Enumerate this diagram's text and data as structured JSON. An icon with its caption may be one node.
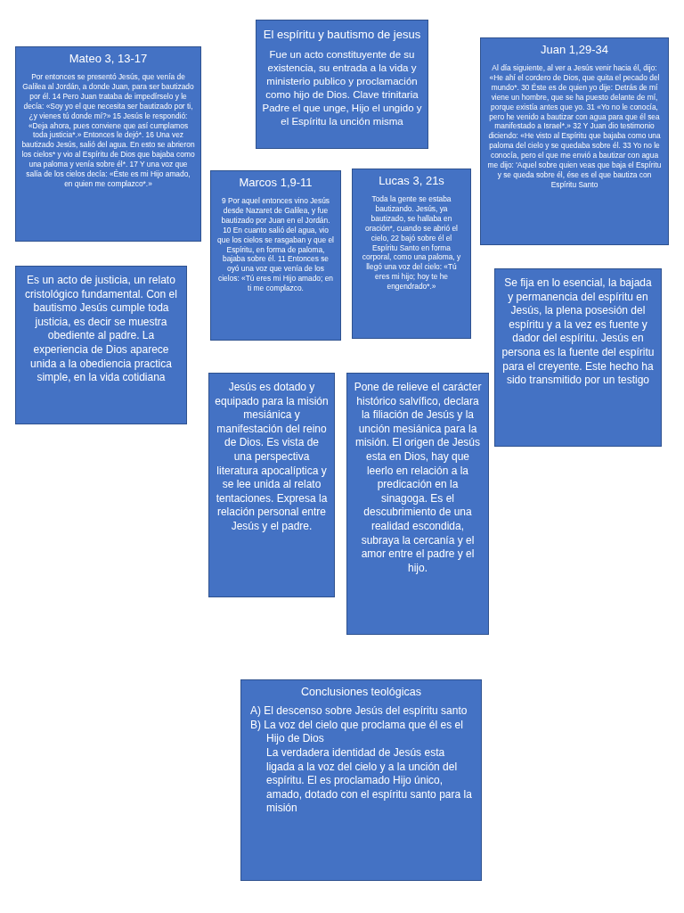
{
  "diagram": {
    "nodes": [
      {
        "text": [
          "El espíritu y bautismo de jesus",
          "Fue un acto constituyente de su existencia, su entrada a la vida y ministerio publico y proclamación como hijo de Dios. Clave trinitaria Padre el que unge, Hijo el ungido y el Espíritu la unción misma"
        ]
      },
      {
        "text": [
          "Mateo 3, 13-17",
          "Por entonces se presentó Jesús, que venía de Galilea al Jordán, a donde Juan, para ser bautizado por él. 14 Pero Juan trataba de impedírselo y le decía: «Soy yo el que necesita ser bautizado por ti, ¿y vienes tú donde mí?» 15 Jesús le respondió: «Deja ahora, pues conviene que así cumplamos toda justicia*.» Entonces le dejó*. 16 Una vez bautizado Jesús, salió del agua. En esto se abrieron los cielos* y vio al Espíritu de Dios que bajaba como una paloma y venía sobre él*. 17 Y una voz que salía de los cielos decía: «Éste es mi Hijo amado, en quien me complazco*.»"
        ]
      },
      {
        "text": [
          "Juan 1,29-34",
          "Al día siguiente, al ver a Jesús venir hacia él, dijo: «He ahí el cordero de Dios, que quita el pecado del mundo*. 30 Éste es de quien yo dije: Detrás de mí viene un hombre, que se ha puesto delante de mí, porque existía antes que yo. 31 «Yo no le conocía, pero he venido a bautizar con agua para que él sea manifestado a Israel*.» 32 Y Juan dio testimonio diciendo: «He visto al Espíritu que bajaba como una paloma del cielo y se quedaba sobre él. 33 Yo no le conocía, pero el que me envió a bautizar con agua me dijo: 'Aquel sobre quien veas que baja el Espíritu y se queda sobre él, ése es el que bautiza con Espíritu Santo"
        ]
      },
      {
        "text": [
          "Marcos 1,9-11",
          "9 Por aquel entonces vino Jesús desde Nazaret de Galilea, y fue bautizado por Juan en el Jordán. 10 En cuanto salió del agua, vio que los cielos se rasgaban y que el Espíritu, en forma de paloma, bajaba sobre él. 11 Entonces se oyó una voz que venía de los cielos: «Tú eres mi Hijo amado; en ti me complazco."
        ]
      },
      {
        "text": [
          "Lucas 3, 21s",
          "Toda la gente se estaba bautizando. Jesús, ya bautizado, se hallaba en oración*, cuando se abrió el cielo, 22 bajó sobre él el Espíritu Santo en forma corporal, como una paloma, y llegó una voz del cielo: «Tú eres mi hijo; hoy te he engendrado*.»"
        ]
      },
      {
        "text": [
          "Es un acto de justicia, un relato cristológico fundamental. Con el bautismo Jesús cumple toda justicia, es decir se muestra obediente al padre. La experiencia de Dios aparece unida a la obediencia practica simple, en la vida cotidiana"
        ]
      },
      {
        "text": [
          "Se fija en lo esencial, la bajada y permanencia del espíritu en Jesús, la plena posesión del espíritu y a la vez es fuente y dador del espíritu. Jesús en persona es la fuente del espíritu para el creyente. Este hecho ha sido transmitido por un testigo"
        ]
      },
      {
        "text": [
          "Jesús es dotado y equipado para la misión mesiánica y manifestación del reino de Dios. Es vista de una perspectiva literatura apocalíptica y se lee unida al relato tentaciones. Expresa la relación personal entre Jesús y el padre."
        ]
      },
      {
        "text": [
          "Pone de relieve el carácter histórico salvífico, declara la filiación de Jesús y la unción mesiánica para la misión. El origen de Jesús esta en Dios, hay que leerlo en relación a la predicación en la sinagoga. Es el descubrimiento de una realidad escondida, subraya la cercanía y el amor entre el padre y el hijo."
        ]
      },
      {
        "text": [
          "Conclusiones teológicas",
          "A) El descenso sobre Jesús del espíritu santo",
          "B) La voz del cielo que proclama que él es el Hijo de Dios",
          "La verdadera identidad de Jesús esta ligada a la voz del cielo y a la unción del espíritu. El es proclamado Hijo único, amado, dotado con el espíritu santo para la misión"
        ]
      }
    ]
  }
}
